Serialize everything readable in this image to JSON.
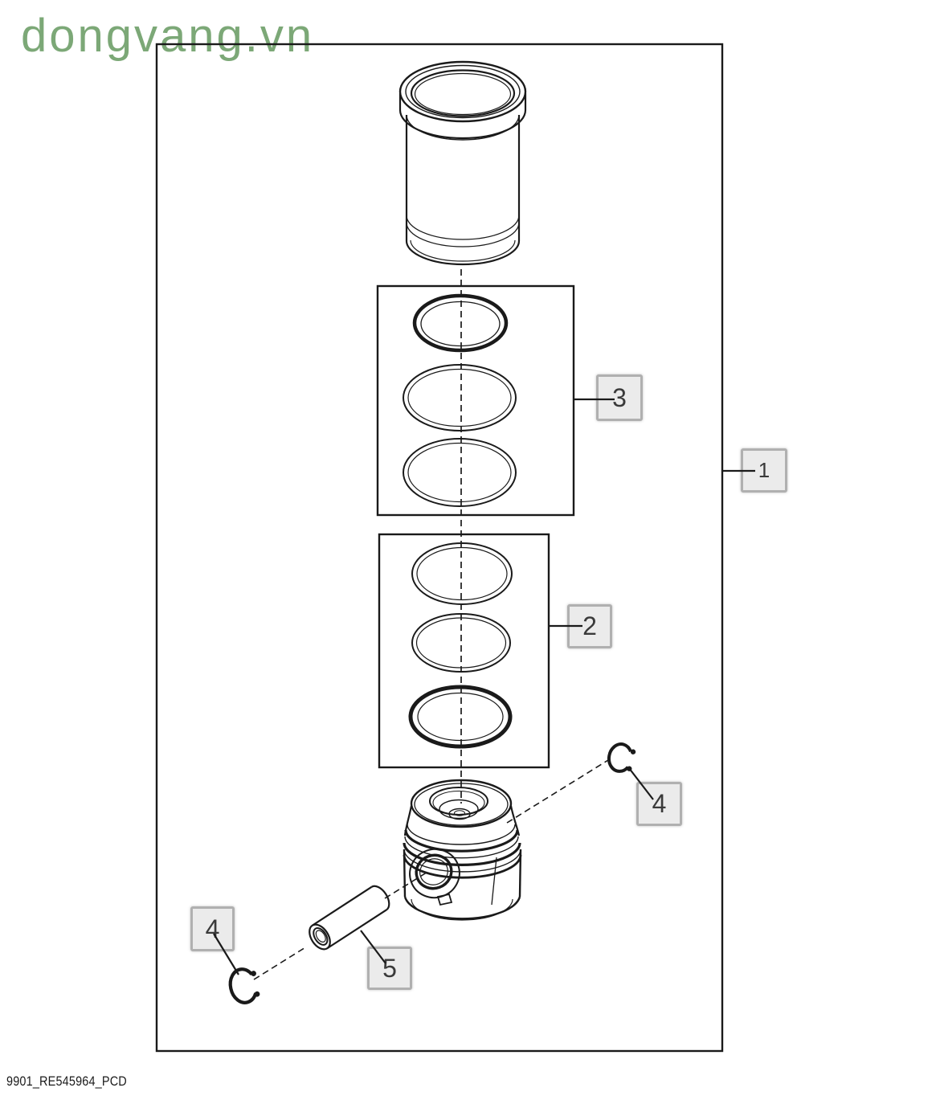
{
  "theme": {
    "background": "#ffffff",
    "line_color": "#1a1a1a",
    "watermark_color": "#7CA877",
    "callout_fill": "#ebebeb",
    "callout_border": "#b0b0b0",
    "callout_text": "#3a3a3a"
  },
  "watermark": "dongvang.vn",
  "caption": "9901_RE545964_PCD",
  "callouts": {
    "c1": "1",
    "c2": "2",
    "c3": "3",
    "c4_upper": "4",
    "c4_lower": "4",
    "c5": "5"
  }
}
